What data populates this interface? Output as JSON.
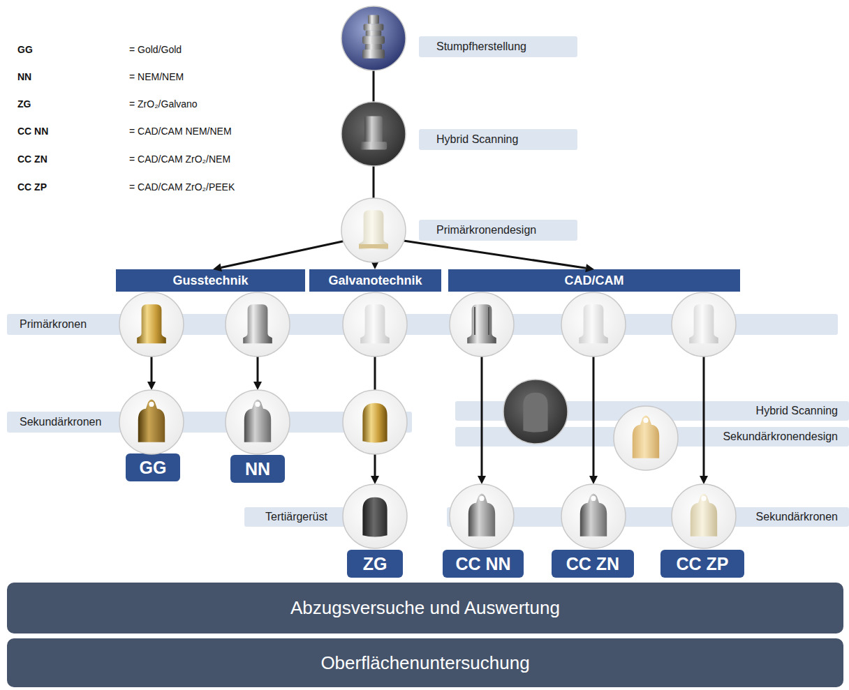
{
  "diagram": {
    "nodes": [
      {
        "text": [
          "Stumpfherstellung"
        ]
      },
      {
        "text": [
          "Hybrid Scanning"
        ]
      },
      {
        "text": [
          "Primärkronendesign"
        ]
      },
      {
        "text": [
          "Gusstechnik"
        ]
      },
      {
        "text": [
          "Galvanotechnik"
        ]
      },
      {
        "text": [
          "CAD/CAM"
        ]
      },
      {
        "text": [
          "Primärkronen"
        ]
      },
      {
        "text": [
          "Hybrid Scanning"
        ]
      },
      {
        "text": [
          "Sekundärkronendesign"
        ]
      },
      {
        "text": [
          "Sekundärkronen"
        ]
      },
      {
        "text": [
          "GG"
        ]
      },
      {
        "text": [
          "NN"
        ]
      },
      {
        "text": [
          "Tertiärgerüst"
        ]
      },
      {
        "text": [
          "Sekundärkronen"
        ]
      },
      {
        "text": [
          "ZG"
        ]
      },
      {
        "text": [
          "CC NN"
        ]
      },
      {
        "text": [
          "CC ZN"
        ]
      },
      {
        "text": [
          "CC ZP"
        ]
      },
      {
        "text": [
          "Abzugsversuche und Auswertung"
        ]
      },
      {
        "text": [
          "Oberflächenuntersuchung"
        ]
      }
    ],
    "edges": [
      {
        "from": 0,
        "to": 1,
        "arrow": "none"
      },
      {
        "from": 1,
        "to": 2,
        "arrow": "none"
      },
      {
        "from": 2,
        "to": 3,
        "arrow": "to"
      },
      {
        "from": 2,
        "to": 4,
        "arrow": "to"
      },
      {
        "from": 2,
        "to": 5,
        "arrow": "to"
      }
    ],
    "labels": [
      "GG",
      "= Gold/Gold",
      "NN",
      "= NEM/NEM",
      "ZG",
      "= ZrO₂/Galvano",
      "CC NN",
      "= CAD/CAM NEM/NEM",
      "CC ZN",
      "= CAD/CAM ZrO₂/NEM",
      "CC ZP",
      "= CAD/CAM ZrO₂/PEEK"
    ]
  }
}
